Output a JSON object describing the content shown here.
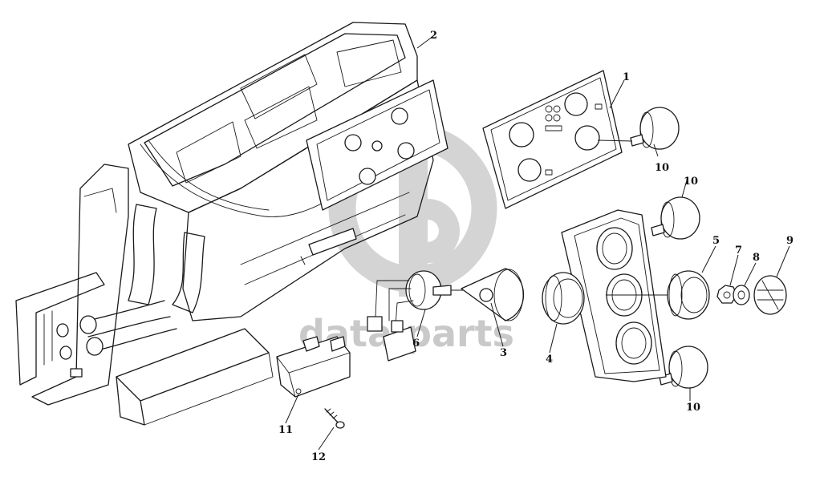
{
  "watermark": {
    "text": "data parts",
    "color": "#d4d4d4"
  },
  "callouts": {
    "c1": "1",
    "c2": "2",
    "c3": "3",
    "c4": "4",
    "c5": "5",
    "c6": "6",
    "c7": "7",
    "c8": "8",
    "c9": "9",
    "c10a": "10",
    "c10b": "10",
    "c10c": "10",
    "c11": "11",
    "c12": "12"
  }
}
